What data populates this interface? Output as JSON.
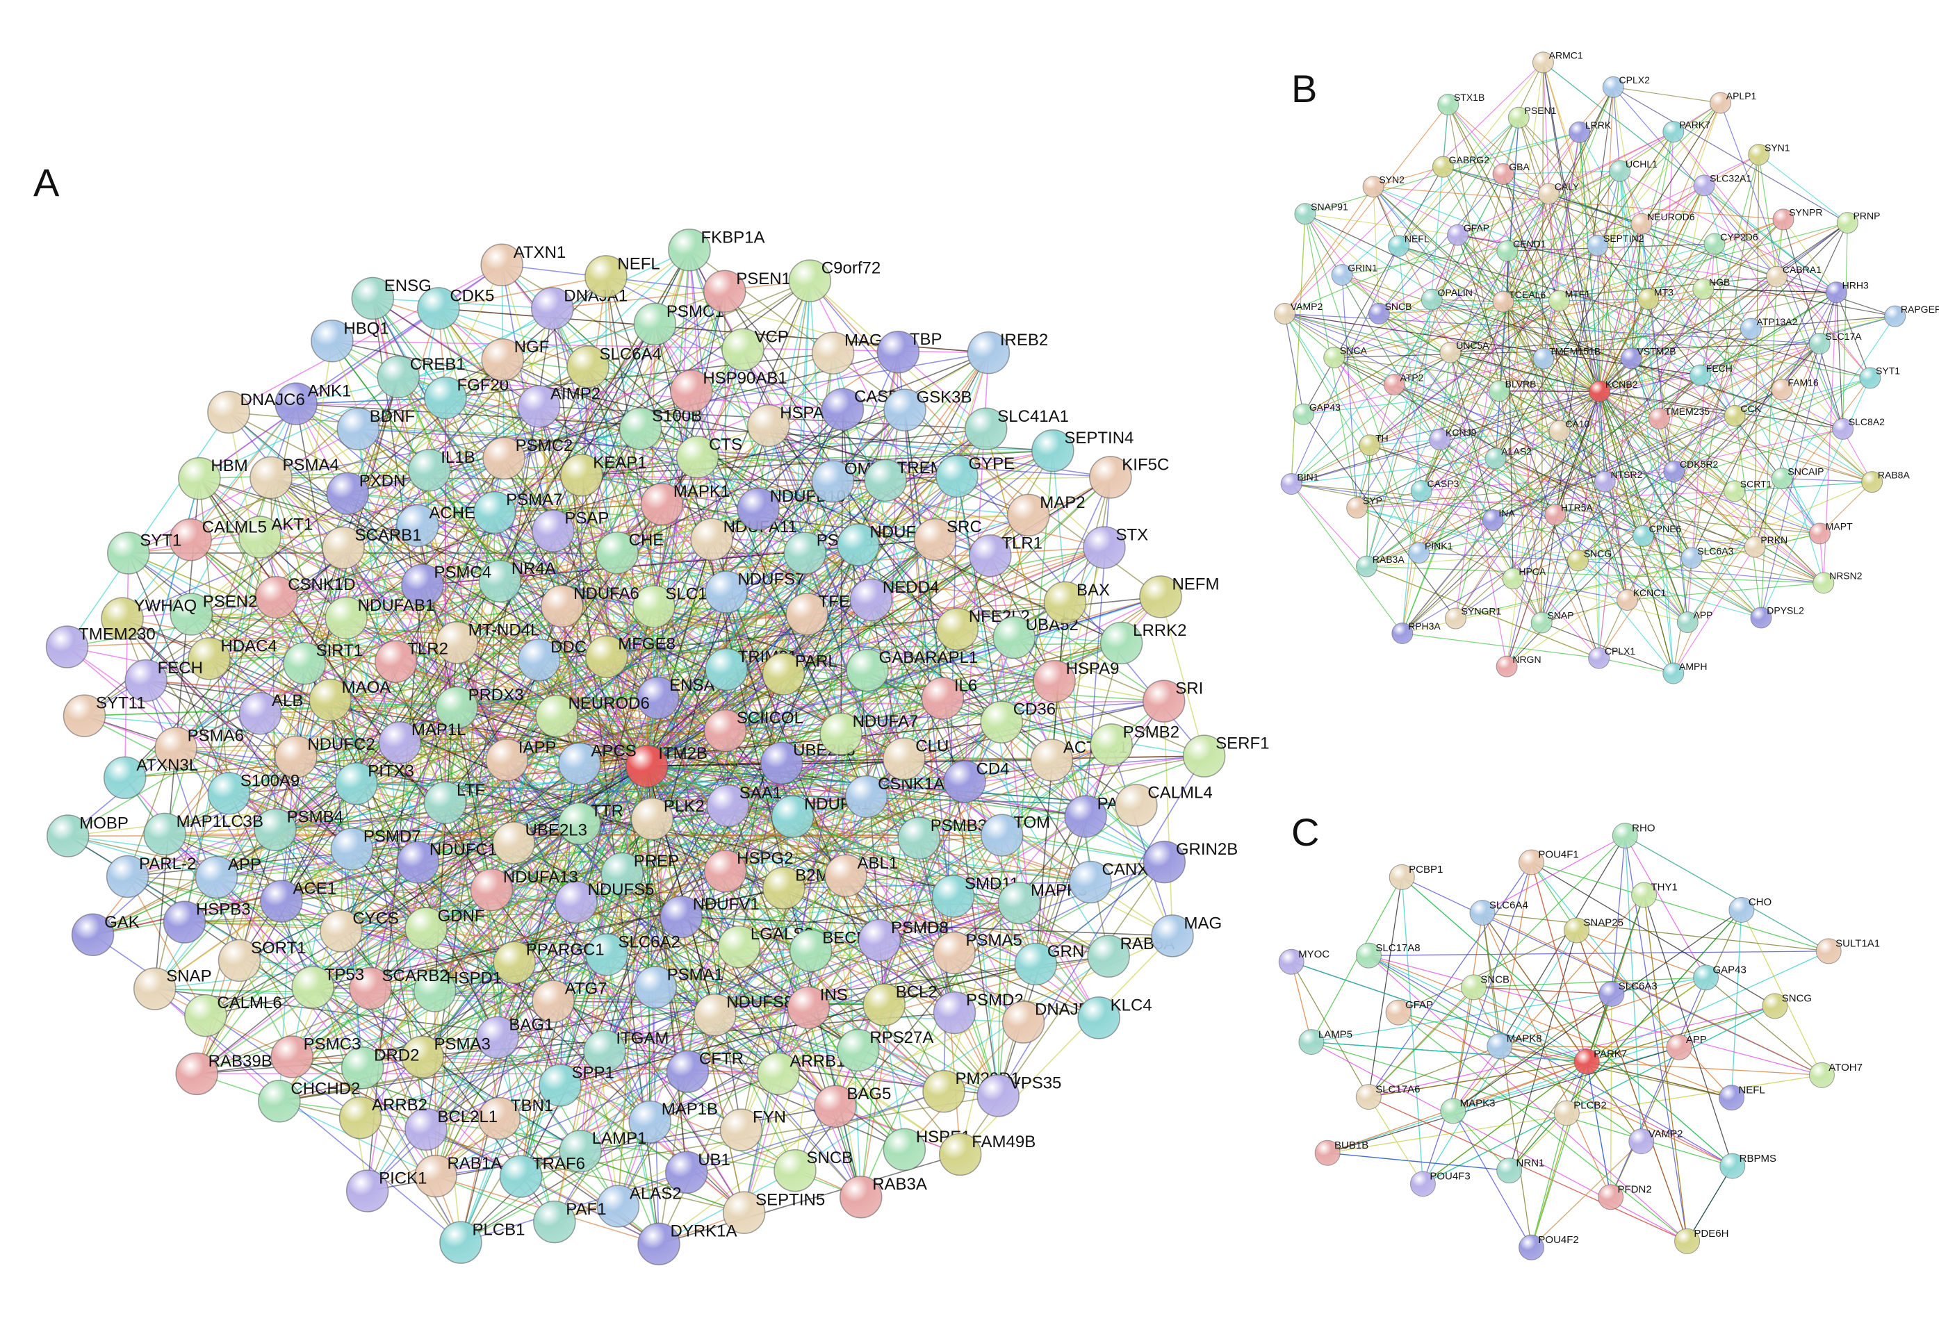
{
  "panels": {
    "A": {
      "letter": "A",
      "proteins": [
        "ITM2B",
        "APCS",
        "ENSA",
        "PLK2",
        "NEUROD6",
        "SCIICOL",
        "TTR",
        "MFGE8",
        "SAA1",
        "IAPP",
        "TRIM21",
        "PREP",
        "DDC",
        "UBE2L6",
        "UBE2L3",
        "SLC18A1",
        "HSPG2",
        "PRDX3",
        "PARL",
        "NDUFS5",
        "NDUFA6",
        "NDUFA1",
        "LTF",
        "NDUFS7",
        "NDUFV1",
        "MT-ND4L",
        "NDUFA7",
        "NDUFA13",
        "CHE",
        "B2M",
        "MAP1L",
        "TFEB",
        "SLC6A2",
        "NR4A",
        "CSNK1A1",
        "NDUFC1",
        "NDUFA11",
        "LGALS3",
        "TLR2",
        "GABARAPL1",
        "PPARGC1",
        "PSAP",
        "ABL1",
        "PITX3",
        "PSMA8",
        "PSMA1",
        "PSMC4",
        "CLU",
        "GDNF",
        "MAPK1",
        "BECN1",
        "MAOA",
        "NEDD4",
        "ATG7",
        "PSMA7",
        "PSMB3",
        "PSMD7",
        "NDUFB10",
        "NDUFS8",
        "NDUFAB1",
        "IL6",
        "HSPD1",
        "KEAP1",
        "PSMD8",
        "NDUFC2",
        "NDUFA5",
        "ITGAM",
        "ACHE",
        "CD4",
        "CYCS",
        "CTS",
        "INS",
        "SIRT1",
        "NFE2L2",
        "BAG1",
        "PSMC2",
        "SMD11",
        "PSMB4",
        "OMT",
        "CFTR",
        "SCARB1",
        "CD36",
        "SCARB2",
        "S100B",
        "BCL2",
        "ALB",
        "SRC",
        "SPP1",
        "IL1B",
        "TOM",
        "ACE1",
        "HSPA5",
        "ARRB1",
        "CSNK1D",
        "UBA52",
        "PSMA3",
        "AIMP2",
        "PSMA5",
        "S100A9",
        "TREM2",
        "MAP1B",
        "PXDN",
        "ACTAC1",
        "TP53",
        "HSP90AB1",
        "RPS27A",
        "HDAC4",
        "TLR1",
        "TBN1",
        "FGF20",
        "MAPK3",
        "APP",
        "CASP3",
        "FYN",
        "AKT1",
        "HSPA9",
        "DRD2",
        "SLC6A4",
        "PSMD2",
        "PSMA6",
        "GYPE",
        "LAMP1",
        "BDNF",
        "PARK",
        "SORT1",
        "VCP",
        "BAG5",
        "PSEN2",
        "BAX",
        "BCL2L1",
        "NGF",
        "GRN",
        "MAP1LC3B",
        "GSK3B",
        "UB1",
        "PSMA4",
        "PSMB2",
        "PSMC3",
        "PSMC1",
        "PM20D1",
        "FECH",
        "MAP2",
        "TRAF6",
        "CREB1",
        "CANX",
        "HSPB3",
        "MAG",
        "SNCB",
        "CALML5",
        "LRRK2",
        "ARRB2",
        "DNAJA1",
        "DNAJB6",
        "ATXN3L",
        "SLC41A1",
        "ALAS2",
        "ANK1",
        "CALML4",
        "CALML6",
        "PSEN1",
        "HSPE1",
        "YWHAQ",
        "STX",
        "RAB1A",
        "CDK5",
        "RAB5A",
        "PARL-2",
        "TBP",
        "SEPTIN5",
        "HBM",
        "SRI",
        "CHCHD2",
        "NEFL",
        "VPS35",
        "SYT11",
        "SEPTIN4",
        "PAF1",
        "HBQ1",
        "GRIN2B",
        "SNAP",
        "C9orf72",
        "RAB3A",
        "SYT1",
        "NEFM",
        "PICK1",
        "ATXN1",
        "KLC4",
        "MOBP",
        "IREB2",
        "DYRK1A",
        "DNAJC6",
        "SERF1",
        "RAB39B",
        "FKBP1A",
        "FAM49B",
        "TMEM230",
        "KIF5C",
        "PLCB1",
        "ENSG",
        "MAG",
        "GAK"
      ]
    },
    "B": {
      "letter": "B",
      "proteins": [
        "KCNB2",
        "TMEM151B",
        "VSTM2B",
        "CA10",
        "MTF1",
        "TMEM235",
        "BLVRB",
        "MT3",
        "NTSR2",
        "TCEAL6",
        "FECH",
        "ALAS2",
        "SEPTIN2",
        "CDK5R2",
        "UNC5A",
        "NGB",
        "HTR5A",
        "CEND1",
        "CCK",
        "KCNJ9",
        "NEUROD6",
        "CPNE6",
        "OPALIN",
        "ATP13A2",
        "INA",
        "CALY",
        "SCRT1",
        "ATP2",
        "CYP2D6",
        "SNCG",
        "GFAP",
        "FAM16",
        "CASP3",
        "UCHL1",
        "SLC6A3",
        "SNCB",
        "CABRA1",
        "HPCA",
        "GBA",
        "SNCAIP",
        "TH",
        "SLC32A1",
        "KCNC1",
        "NEFL",
        "SLC17A",
        "PINK1",
        "LRRK",
        "PRKN",
        "SNCA",
        "SYNPR",
        "SNAP",
        "GABRG2",
        "SLC8A2",
        "SYP",
        "PARK7",
        "APP",
        "GRIN1",
        "HRH3",
        "SYNGR1",
        "PSEN1",
        "MAPT",
        "GAP43",
        "SYN1",
        "CPLX1",
        "SYN2",
        "SYT1",
        "RAB3A",
        "CPLX2",
        "DPYSL2",
        "VAMP2",
        "PRNP",
        "NRGN",
        "STX1B",
        "RAB8A",
        "BIN1",
        "APLP1",
        "AMPH",
        "SNAP91",
        "RAPGEF4",
        "RPH3A",
        "ARMC1",
        "NRSN2"
      ]
    },
    "C": {
      "letter": "C",
      "proteins": [
        "PARK7",
        "MAPK8",
        "SLC6A3",
        "PLCB2",
        "SNCB",
        "APP",
        "MAPK3",
        "SNAP25",
        "VAMP2",
        "GFAP",
        "GAP43",
        "NRN1",
        "SLC6A4",
        "NEFL",
        "SLC17A6",
        "THY1",
        "PFDN2",
        "SLC17A8",
        "SNCG",
        "POU4F3",
        "POU4F1",
        "RBPMS",
        "LAMP5",
        "CHO",
        "POU4F2",
        "PCBP1",
        "ATOH7",
        "BUB1B",
        "RHO",
        "PDE6H",
        "MYOC",
        "SULT1A1"
      ]
    }
  },
  "node_colors": [
    "#9fd8c9",
    "#a9c9e8",
    "#9c9be0",
    "#e6d5b8",
    "#c8e6a8",
    "#e8a8a8",
    "#a8e0b8",
    "#d4d48a",
    "#b8b0e8",
    "#e8c8b0",
    "#8fd6d6"
  ],
  "center_color": "#e8595a",
  "edge_colors": [
    "#c3c934",
    "#6b6b16",
    "#e040e0",
    "#3a3ad0",
    "#28b828",
    "#111111",
    "#20c8c8",
    "#d06a20"
  ]
}
